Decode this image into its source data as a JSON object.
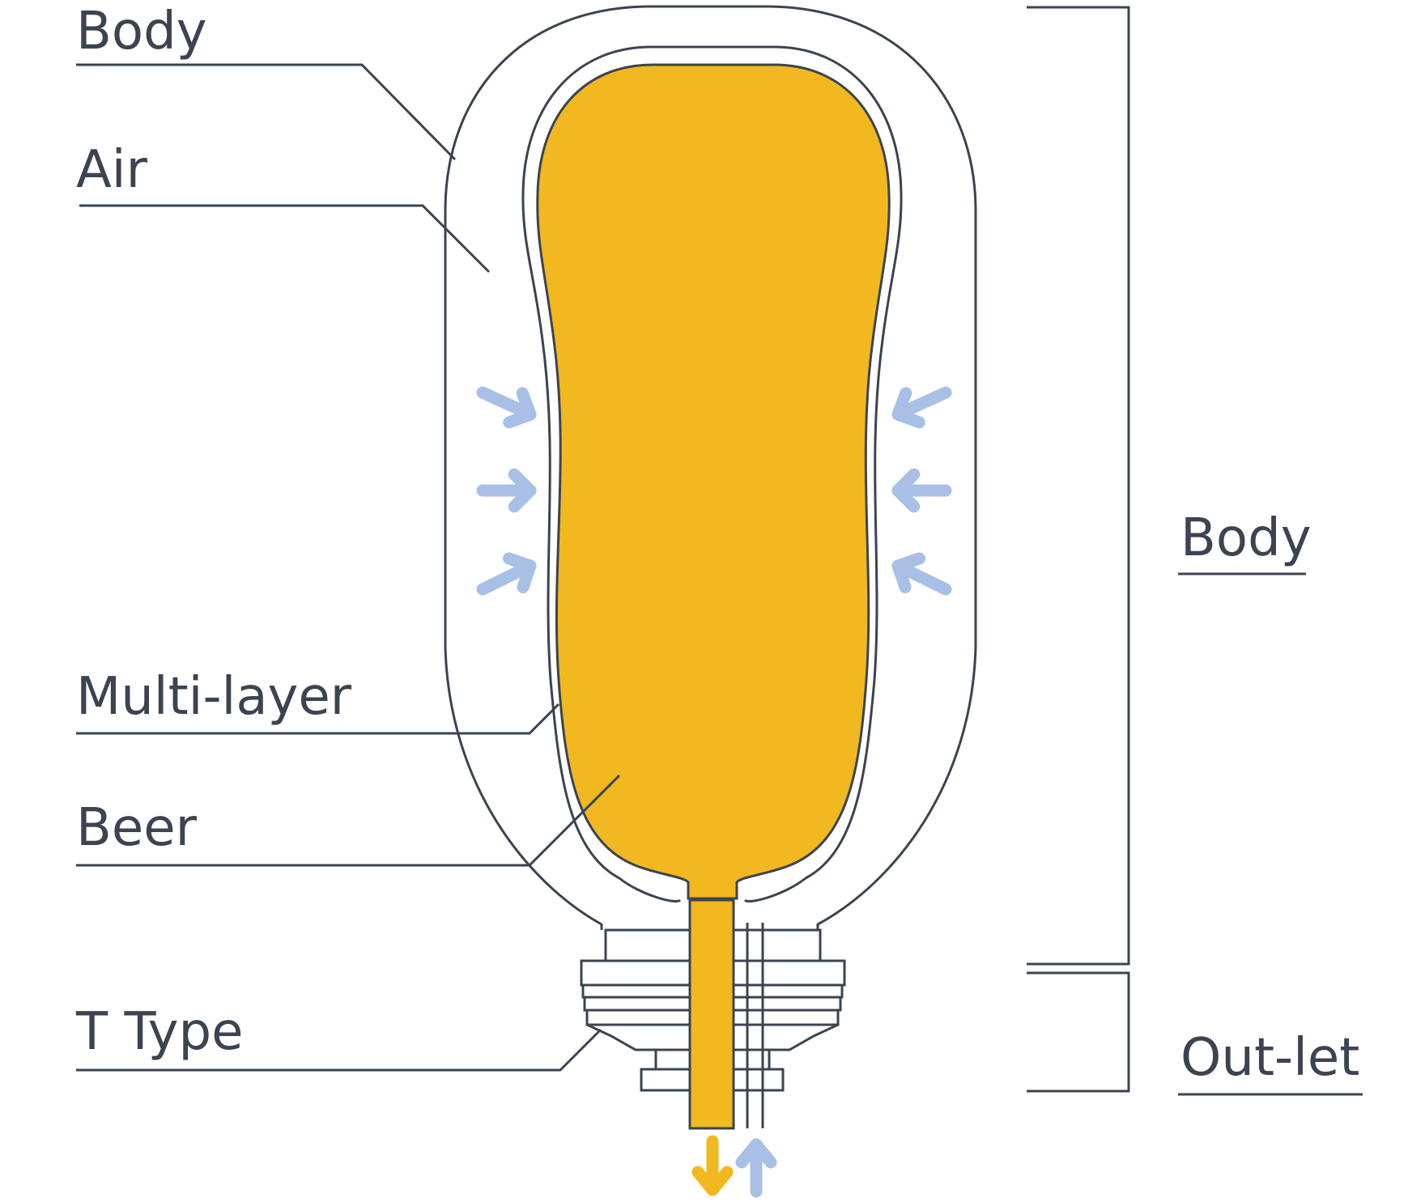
{
  "colors": {
    "beer": "#f2b81f",
    "air_arrow": "#a8bfe6",
    "line": "#3b4450",
    "background": "#ffffff"
  },
  "labels": {
    "body_top": "Body",
    "air": "Air",
    "multi_layer": "Multi-layer",
    "beer": "Beer",
    "t_type": "T Type",
    "body_right": "Body",
    "outlet": "Out-let"
  },
  "icons": {
    "pressure_arrows": "arrow-icon",
    "beer_out": "arrow-down-icon",
    "air_in": "arrow-up-icon"
  }
}
